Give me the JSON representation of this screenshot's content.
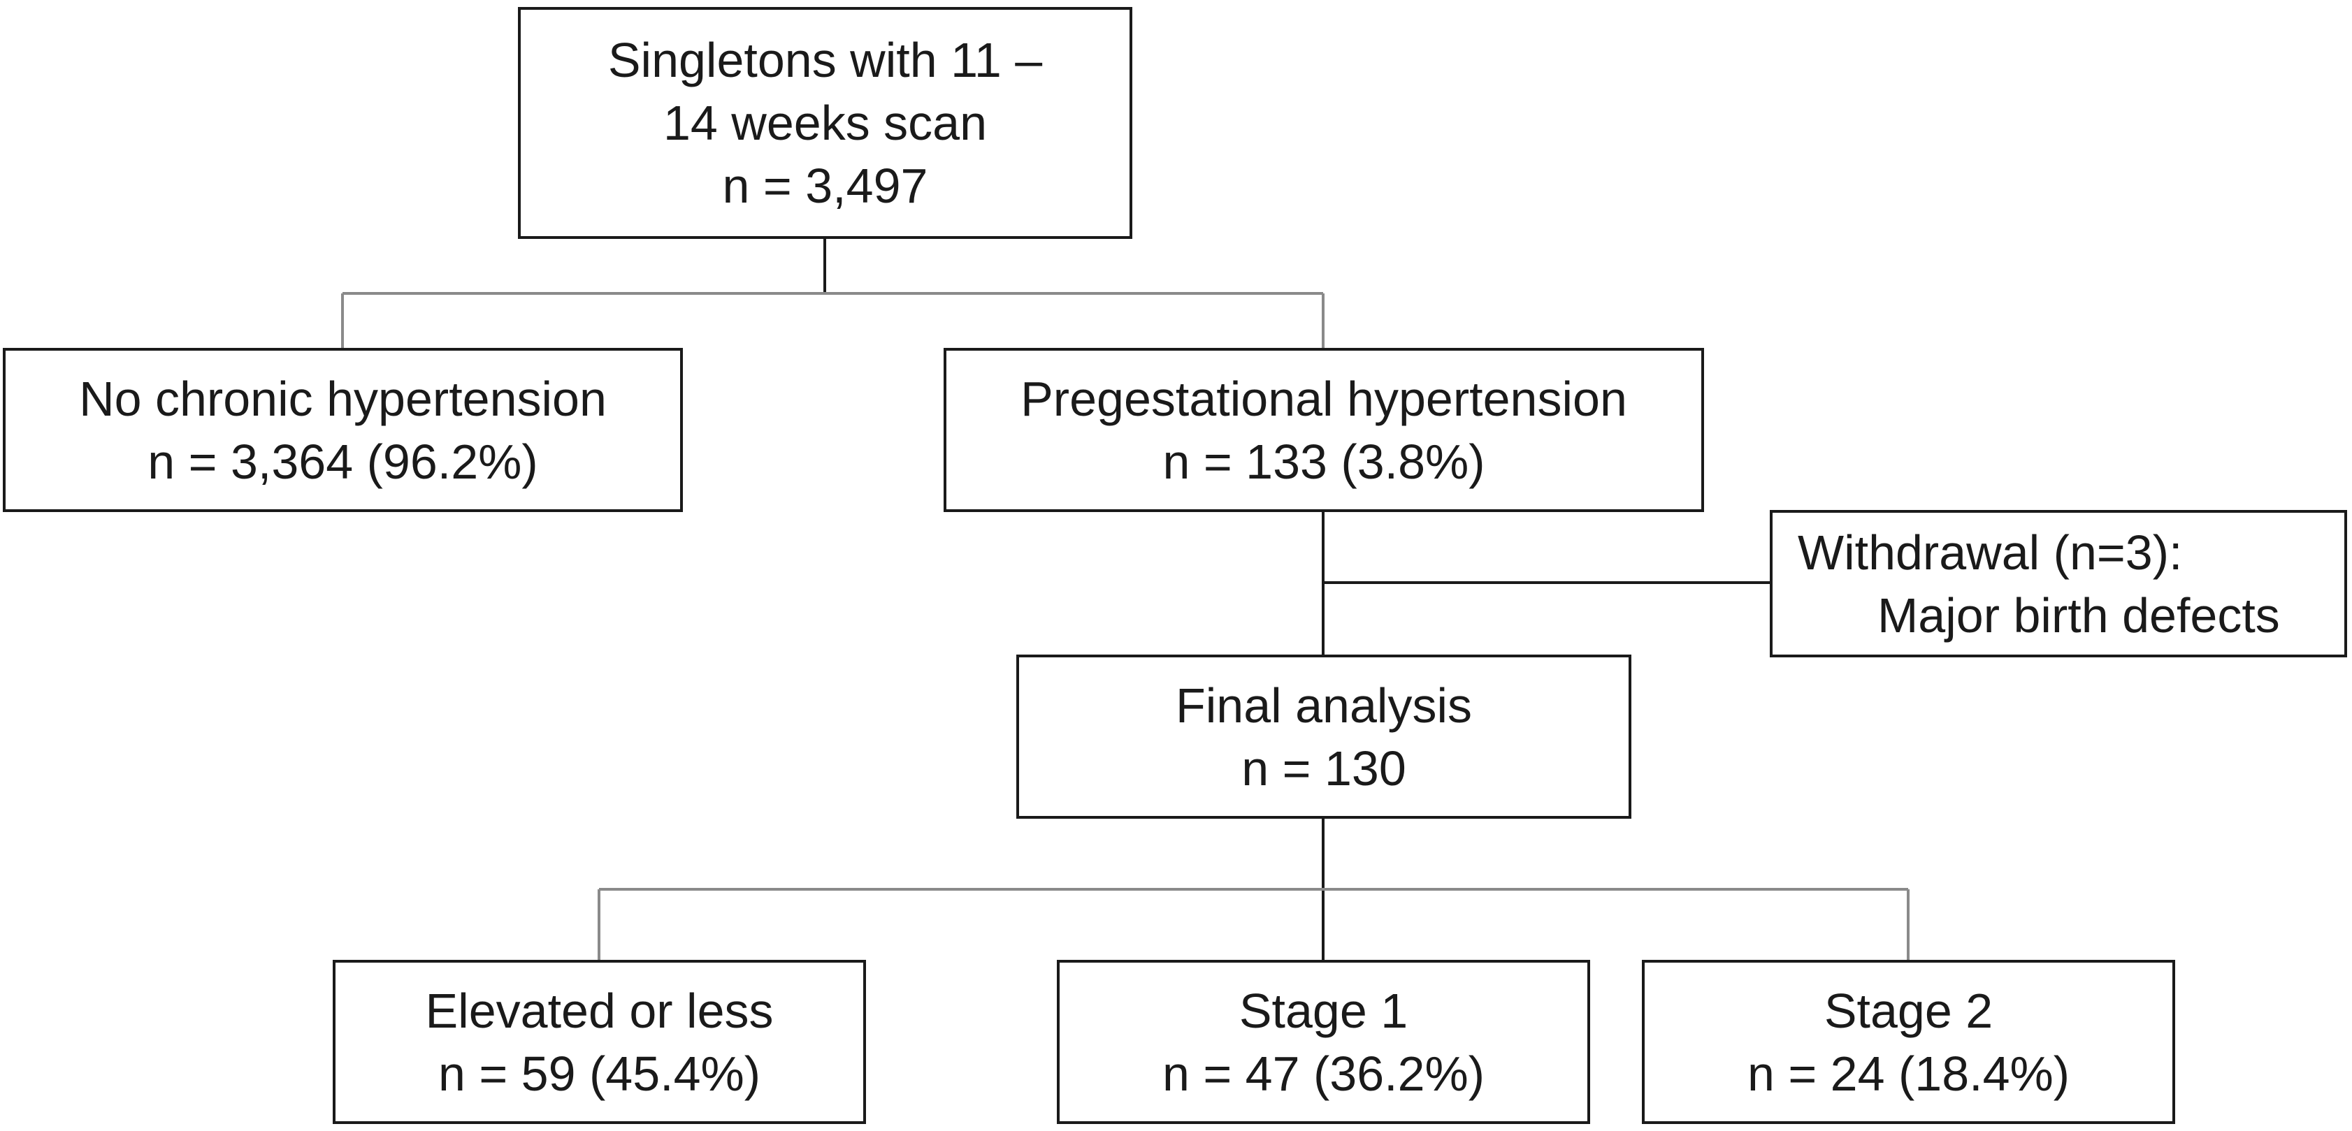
{
  "flowchart": {
    "screened": {
      "lines": [
        "Singletons with 11 –",
        "14 weeks scan",
        "n = 3,497"
      ]
    },
    "no_chronic_hypertension": {
      "lines": [
        "No chronic hypertension",
        "n = 3,364 (96.2%)"
      ]
    },
    "pregestational_hypertension": {
      "lines": [
        "Pregestational hypertension",
        "n = 133 (3.8%)"
      ]
    },
    "withdrawal": {
      "lines": [
        "Withdrawal (n=3):",
        "Major birth defects"
      ]
    },
    "final_analysis": {
      "lines": [
        "Final analysis",
        "n = 130"
      ]
    },
    "elevated_or_less": {
      "lines": [
        "Elevated or less",
        "n = 59 (45.4%)"
      ]
    },
    "stage_1": {
      "lines": [
        "Stage 1",
        "n = 47 (36.2%)"
      ]
    },
    "stage_2": {
      "lines": [
        "Stage 2",
        "n = 24 (18.4%)"
      ]
    }
  },
  "colors": {
    "box_border": "#1a1a1a",
    "connector_dark": "#1a1a1a",
    "connector_light": "#8a8a8a",
    "background": "#ffffff"
  }
}
